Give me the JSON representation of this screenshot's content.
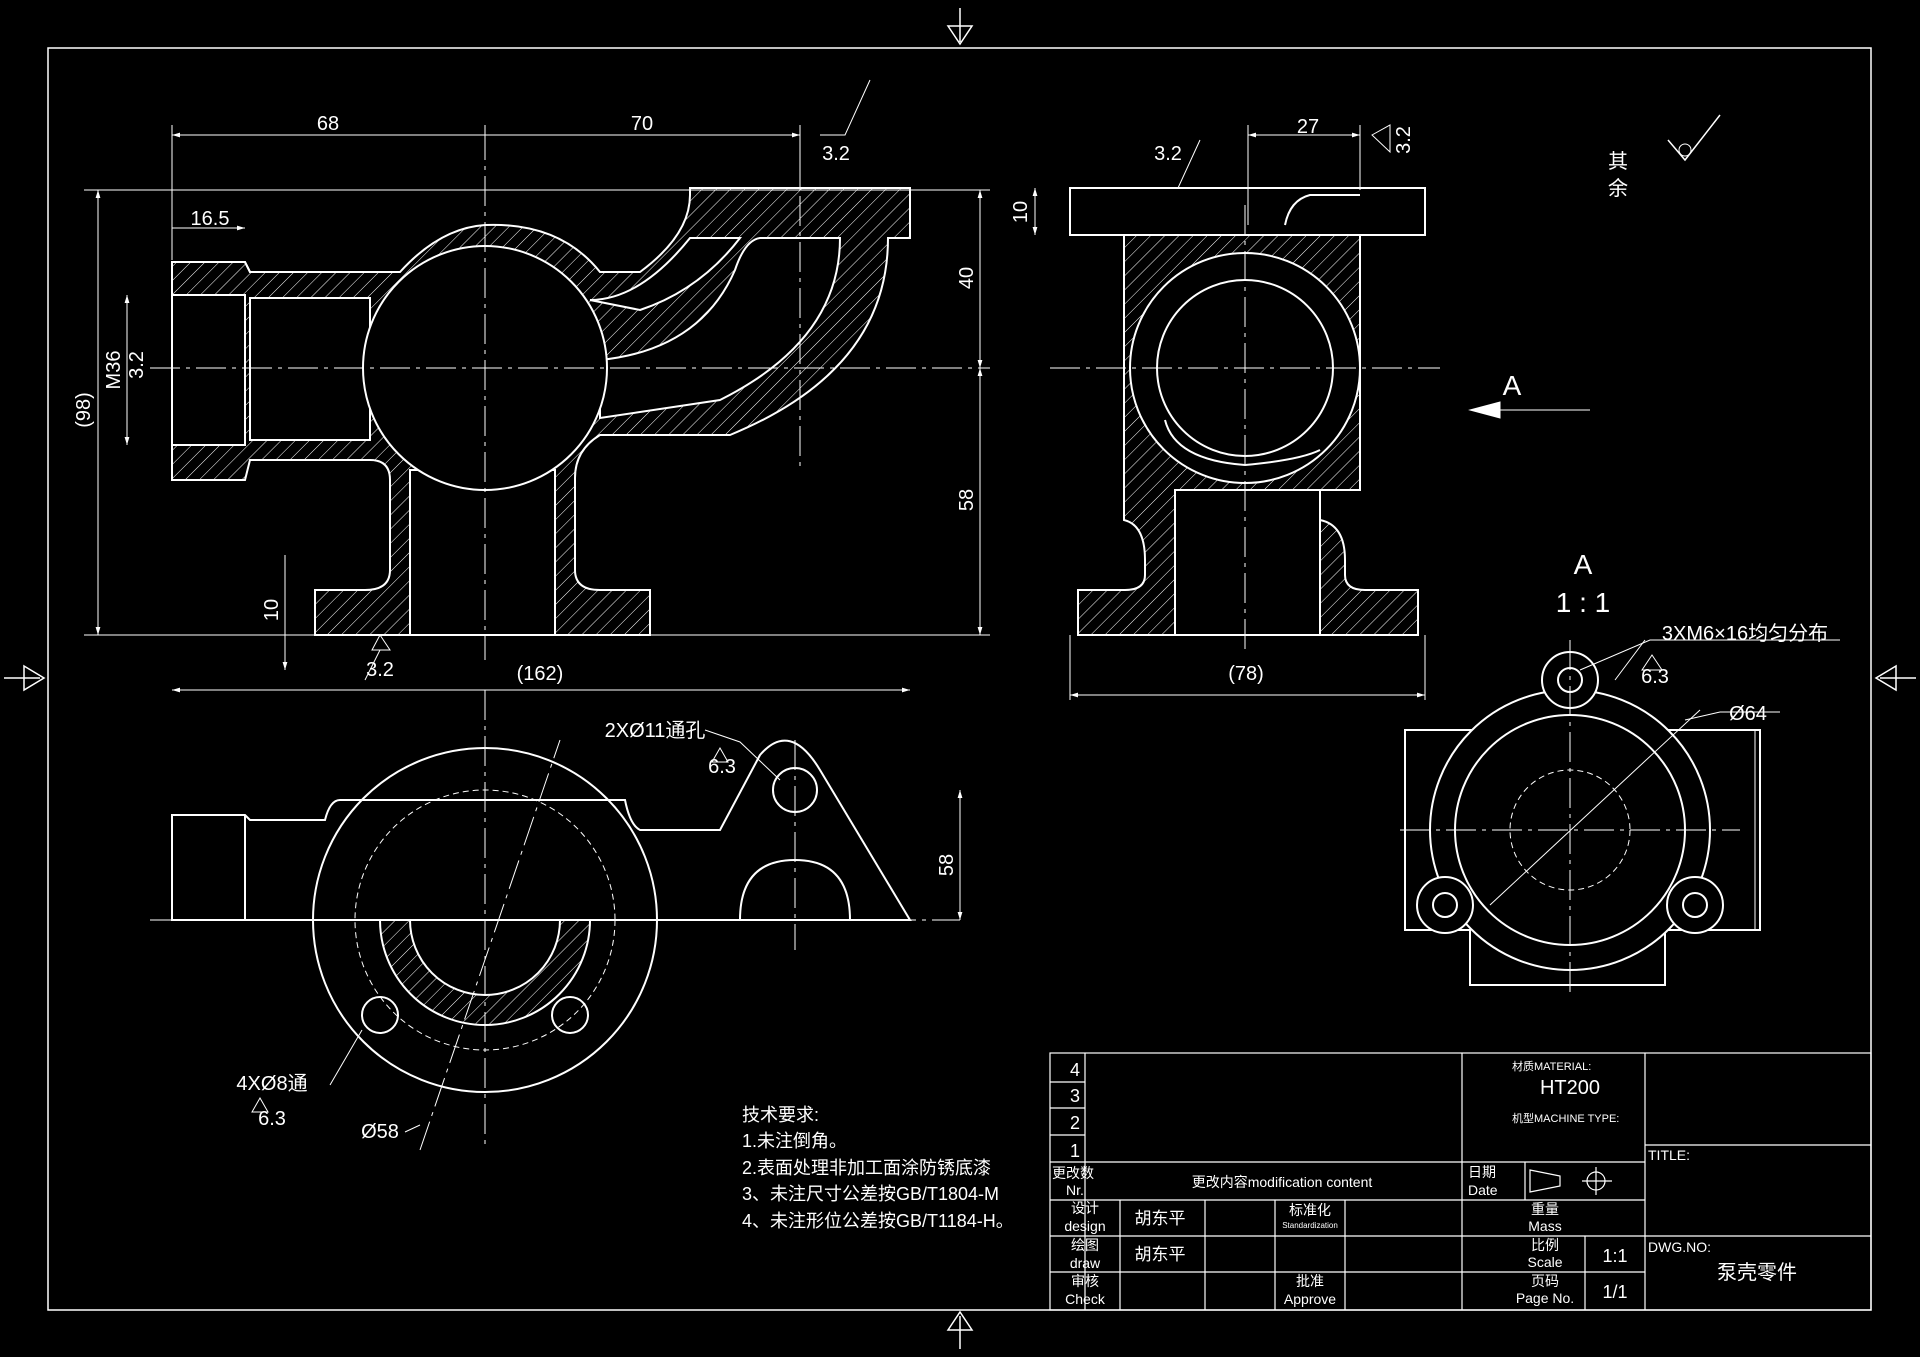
{
  "drawing": {
    "title": "泵壳零件",
    "view_label": "A",
    "view_title": "A",
    "view_scale": "1 : 1"
  },
  "dimensions": {
    "front": {
      "d68": "68",
      "d70": "70",
      "d16_5": "16.5",
      "rough_top": "3.2",
      "d98": "(98)",
      "m36": "M36",
      "rough_bore": "3.2",
      "d40": "40",
      "d58": "58",
      "d10": "10",
      "rough_base": "3.2",
      "d162": "(162)"
    },
    "side": {
      "rough_top": "3.2",
      "d27": "27",
      "rough_right": "3.2",
      "d10": "10",
      "d78": "(78)"
    },
    "top": {
      "holes2": "2XØ11通孔",
      "rough_holes2": "6.3",
      "d58": "58",
      "holes4": "4XØ8通",
      "rough_holes4": "6.3",
      "dia58": "Ø58"
    },
    "viewA": {
      "threads": "3XM6×16均匀分布",
      "rough": "6.3",
      "dia64": "Ø64"
    }
  },
  "surface_note": [
    "其",
    "余"
  ],
  "tech_requirements": {
    "title": "技术要求:",
    "items": [
      "1.未注倒角。",
      "2.表面处理非加工面涂防锈底漆",
      "3、未注尺寸公差按GB/T1804-M",
      "4、未注形位公差按GB/T1184-H。"
    ]
  },
  "title_block": {
    "rev_numbers": [
      "4",
      "3",
      "2",
      "1"
    ],
    "material_label": "材质MATERIAL:",
    "material": "HT200",
    "machine_type_label": "机型MACHINE TYPE:",
    "title_label": "TITLE:",
    "dwg_no_label": "DWG.NO:",
    "change_no_label": "更改数",
    "change_no_label_en": "Nr.",
    "change_content_label": "更改内容modification content",
    "date_label": "日期",
    "date_label_en": "Date",
    "design_label": "设计",
    "design_label_en": "design",
    "designer": "胡东平",
    "standard_label": "标准化",
    "standard_label_en": "Standardization",
    "mass_label": "重量",
    "mass_label_en": "Mass",
    "draw_label": "绘图",
    "draw_label_en": "draw",
    "drawer": "胡东平",
    "scale_label": "比例",
    "scale_label_en": "Scale",
    "scale": "1:1",
    "check_label": "审核",
    "check_label_en": "Check",
    "approve_label": "批准",
    "approve_label_en": "Approve",
    "page_label": "页码",
    "page_label_en": "Page No.",
    "page": "1/1"
  },
  "colors": {
    "background": "#000000",
    "line": "#ffffff"
  }
}
